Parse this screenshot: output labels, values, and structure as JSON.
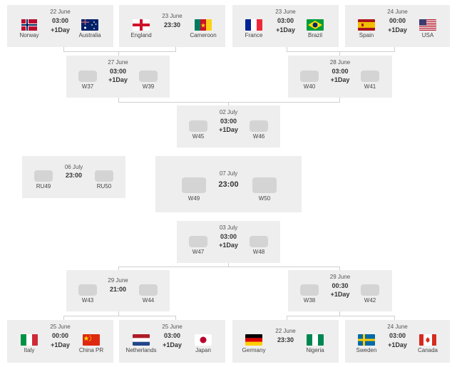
{
  "matches": {
    "r16_1": {
      "date": "22 June",
      "time": "03:00",
      "day": "+1Day",
      "home": "Norway",
      "away": "Australia"
    },
    "r16_2": {
      "date": "23 June",
      "time": "23:30",
      "day": "",
      "home": "England",
      "away": "Cameroon"
    },
    "r16_3": {
      "date": "23 June",
      "time": "03:00",
      "day": "+1Day",
      "home": "France",
      "away": "Brazil"
    },
    "r16_4": {
      "date": "24 June",
      "time": "00:00",
      "day": "+1Day",
      "home": "Spain",
      "away": "USA"
    },
    "qf_1": {
      "date": "27 June",
      "time": "03:00",
      "day": "+1Day",
      "home": "W37",
      "away": "W39"
    },
    "qf_2": {
      "date": "28 June",
      "time": "03:00",
      "day": "+1Day",
      "home": "W40",
      "away": "W41"
    },
    "sf_1": {
      "date": "02 July",
      "time": "03:00",
      "day": "+1Day",
      "home": "W45",
      "away": "W46"
    },
    "third": {
      "date": "06 July",
      "time": "23:00",
      "day": "",
      "home": "RU49",
      "away": "RU50"
    },
    "final": {
      "date": "07 July",
      "time": "23:00",
      "day": "",
      "home": "W49",
      "away": "W50"
    },
    "sf_2": {
      "date": "03 July",
      "time": "03:00",
      "day": "+1Day",
      "home": "W47",
      "away": "W48"
    },
    "qf_3": {
      "date": "29 June",
      "time": "21:00",
      "day": "",
      "home": "W43",
      "away": "W44"
    },
    "qf_4": {
      "date": "29 June",
      "time": "00:30",
      "day": "+1Day",
      "home": "W38",
      "away": "W42"
    },
    "r16_5": {
      "date": "25 June",
      "time": "00:00",
      "day": "+1Day",
      "home": "Italy",
      "away": "China PR"
    },
    "r16_6": {
      "date": "25 June",
      "time": "03:00",
      "day": "+1Day",
      "home": "Netherlands",
      "away": "Japan"
    },
    "r16_7": {
      "date": "22 June",
      "time": "23:30",
      "day": "",
      "home": "Germany",
      "away": "Nigeria"
    },
    "r16_8": {
      "date": "24 June",
      "time": "03:00",
      "day": "+1Day",
      "home": "Sweden",
      "away": "Canada"
    }
  },
  "flags": {
    "norway": "norway-flag",
    "australia": "australia-flag",
    "england": "england-flag",
    "cameroon": "cameroon-flag",
    "france": "france-flag",
    "brazil": "brazil-flag",
    "spain": "spain-flag",
    "usa": "usa-flag",
    "italy": "italy-flag",
    "china": "china-flag",
    "netherlands": "netherlands-flag",
    "japan": "japan-flag",
    "germany": "germany-flag",
    "nigeria": "nigeria-flag",
    "sweden": "sweden-flag",
    "canada": "canada-flag"
  },
  "colors": {
    "card_bg": "#eeeeee",
    "line": "#cfcfcf",
    "slot": "#d4d4d4"
  }
}
